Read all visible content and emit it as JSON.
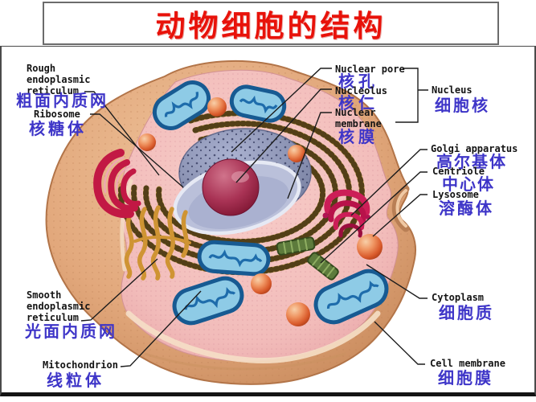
{
  "title": "动物细胞的结构",
  "colors": {
    "title_red": "#e8120a",
    "chinese_label_blue": "#3e35c8",
    "english_label_black": "#141414",
    "cell_membrane_tan": "#e2a87c",
    "cytoplasm_pink": "#f2bcba",
    "mitochondrion_blue": "#2b7cb8",
    "nucleus_gray_blue": "#9ea6c8",
    "nucleolus_maroon": "#8e1f3f",
    "er_tan": "#c59c4f",
    "smooth_er_gold": "#cf9433",
    "golgi_crimson": "#cc1e57",
    "centriole_green": "#5d7b3c",
    "lysosome_orange": "#d95a2b"
  },
  "labels": {
    "rough_er": {
      "en": "Rough endoplasmic reticulum",
      "zh": "粗面内质网"
    },
    "ribosome": {
      "en": "Ribosome",
      "zh": "核糖体"
    },
    "smooth_er": {
      "en": "Smooth endoplasmic reticulum",
      "zh": "光面内质网"
    },
    "mitochondrion": {
      "en": "Mitochondrion",
      "zh": "线粒体"
    },
    "nuclear_pore": {
      "en": "Nuclear pore",
      "zh": "核孔"
    },
    "nucleolus": {
      "en": "Nucleolus",
      "zh": "核仁"
    },
    "nuclear_membrane": {
      "en": "Nuclear membrane",
      "zh": "核膜"
    },
    "nucleus": {
      "en": "Nucleus",
      "zh": "细胞核"
    },
    "golgi": {
      "en": "Golgi apparatus",
      "zh": "高尔基体"
    },
    "centriole": {
      "en": "Centriole",
      "zh": "中心体"
    },
    "lysosome": {
      "en": "Lysosome",
      "zh": "溶酶体"
    },
    "cytoplasm": {
      "en": "Cytoplasm",
      "zh": "细胞质"
    },
    "cell_membrane": {
      "en": "Cell membrane",
      "zh": "细胞膜"
    }
  }
}
